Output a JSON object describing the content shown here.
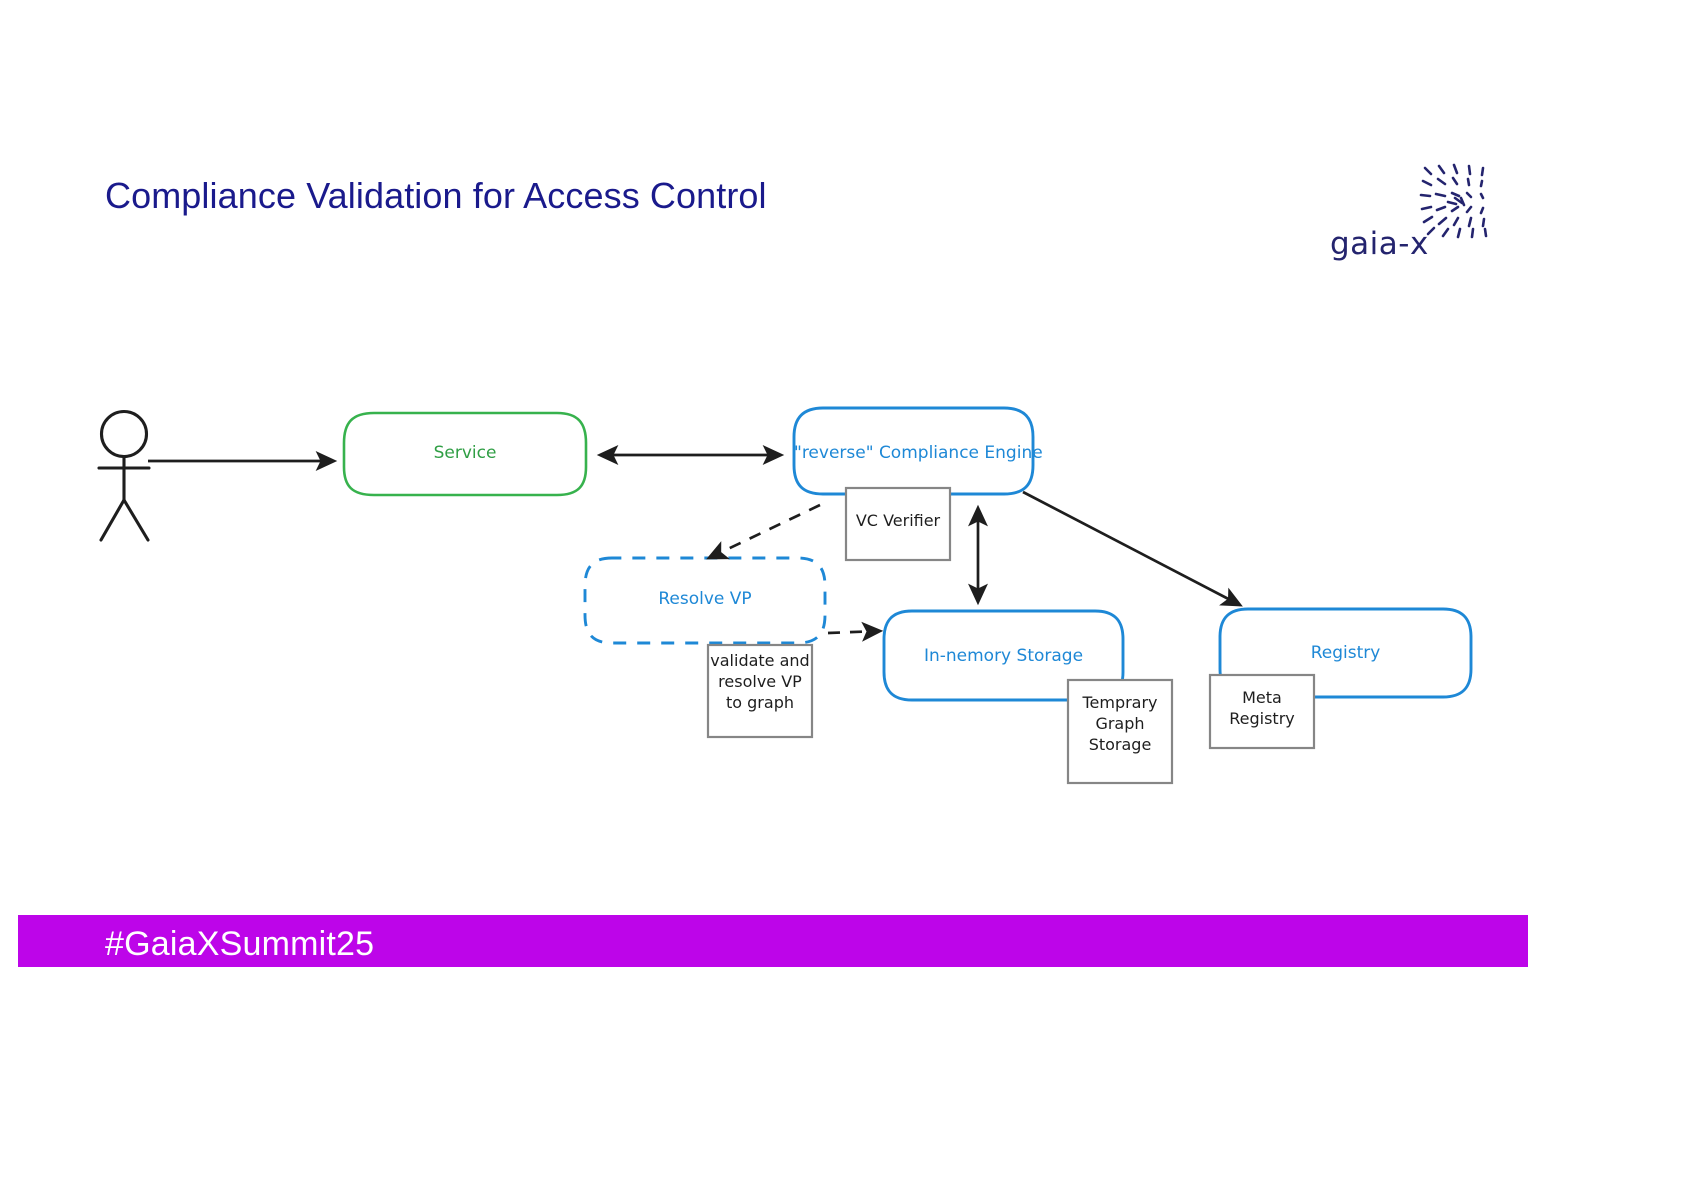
{
  "slide": {
    "title": "Compliance Validation for Access Control",
    "title_color": "#1a1a8c",
    "background": "#ffffff"
  },
  "brand": {
    "name": "gaia-x",
    "logo_mark": "starburst-dot-pattern",
    "color": "#24246e"
  },
  "footer": {
    "hashtag": "#GaiaXSummit25",
    "bar_color": "#bd05e9",
    "text_color": "#ffffff"
  },
  "diagram": {
    "type": "excalidraw-architecture-diagram",
    "actor": {
      "name": "stick-figure-user",
      "color": "#1e1e1e"
    },
    "nodes": [
      {
        "id": "service",
        "label": "Service",
        "shape": "rounded-rectangle",
        "stroke": "#2f9e44",
        "style": "solid"
      },
      {
        "id": "compliance-engine",
        "label": "\"reverse\" Compliance Engine",
        "shape": "rounded-rectangle",
        "stroke": "#1e88d6",
        "style": "solid"
      },
      {
        "id": "resolve-vp",
        "label": "Resolve VP",
        "shape": "rounded-rectangle",
        "stroke": "#1e88d6",
        "style": "dashed"
      },
      {
        "id": "in-memory-storage",
        "label": "In-nemory Storage",
        "shape": "rounded-rectangle",
        "stroke": "#1e88d6",
        "style": "solid"
      },
      {
        "id": "registry",
        "label": "Registry",
        "shape": "rounded-rectangle",
        "stroke": "#1e88d6",
        "style": "solid"
      }
    ],
    "notes": [
      {
        "id": "vc-verifier",
        "label": "VC Verifier",
        "shape": "rectangle",
        "stroke": "#868686"
      },
      {
        "id": "validate-resolve",
        "label": "validate and\nresolve VP\nto graph",
        "line1": "validate and",
        "line2": "resolve VP",
        "line3": "to graph",
        "shape": "rectangle",
        "stroke": "#868686"
      },
      {
        "id": "temporary-graph-storage",
        "label": "Temprary\nGraph\nStorage",
        "line1": "Temprary",
        "line2": "Graph",
        "line3": "Storage",
        "shape": "rectangle",
        "stroke": "#868686"
      },
      {
        "id": "meta-registry",
        "label": "Meta\nRegistry",
        "line1": "Meta",
        "line2": "Registry",
        "shape": "rectangle",
        "stroke": "#868686"
      }
    ],
    "connections": [
      {
        "id": "actor-to-service",
        "from": "actor",
        "to": "service",
        "style": "solid",
        "arrows": "single"
      },
      {
        "id": "service-to-engine",
        "from": "service",
        "to": "compliance-engine",
        "style": "solid",
        "arrows": "double"
      },
      {
        "id": "engine-to-resolve-vp",
        "from": "compliance-engine",
        "to": "resolve-vp",
        "style": "dashed",
        "arrows": "single"
      },
      {
        "id": "resolve-vp-to-storage",
        "from": "resolve-vp",
        "to": "in-memory-storage",
        "style": "dashed",
        "arrows": "single"
      },
      {
        "id": "engine-to-storage",
        "from": "compliance-engine",
        "to": "in-memory-storage",
        "style": "solid",
        "arrows": "double"
      },
      {
        "id": "engine-to-registry",
        "from": "compliance-engine",
        "to": "registry",
        "style": "solid",
        "arrows": "single"
      }
    ]
  }
}
